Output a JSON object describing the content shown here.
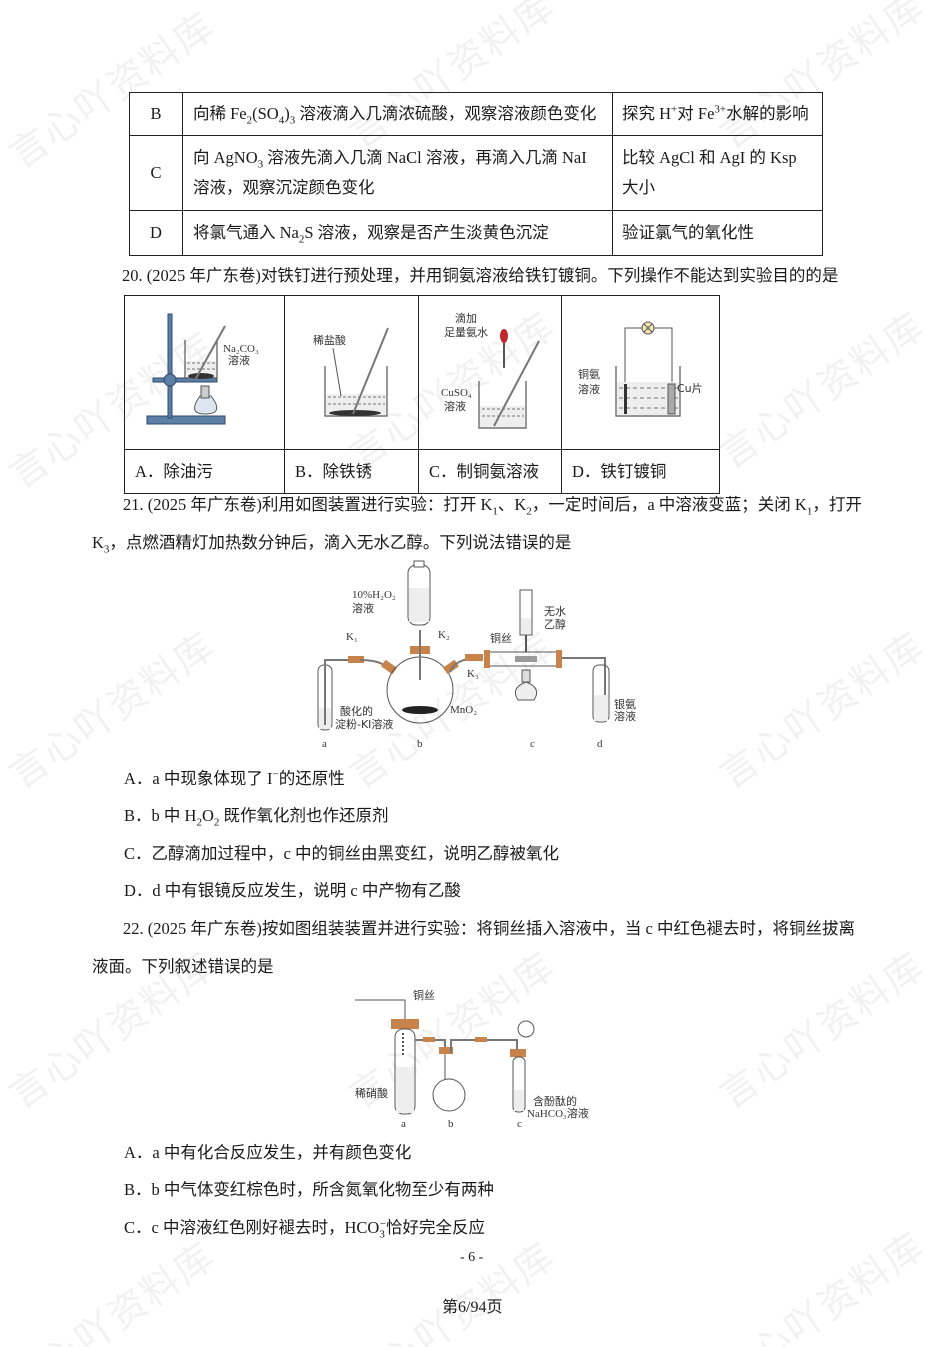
{
  "watermark": "言心吖资料库",
  "top_table": {
    "rows": [
      {
        "label": "B",
        "operation": [
          "向稀 Fe",
          "2",
          "(SO",
          "4",
          ")",
          "3",
          " 溶液滴入几滴浓硫酸，观察溶液颜色变化"
        ],
        "aim": [
          "探究 H",
          "+",
          "对 Fe",
          "3+",
          "水解的影响"
        ]
      },
      {
        "label": "C",
        "operation": [
          "向 AgNO",
          "3",
          " 溶液先滴入几滴 NaCl 溶液，再滴入几滴 NaI 溶液，观察沉淀颜色变化"
        ],
        "aim": [
          "比较 AgCl 和 AgI 的 Ksp 大小"
        ]
      },
      {
        "label": "D",
        "operation": [
          "将氯气通入 Na",
          "2",
          "S 溶液，观察是否产生淡黄色沉淀"
        ],
        "aim": [
          "验证氯气的氧化性"
        ]
      }
    ]
  },
  "q20": {
    "stem": "20. (2025 年广东卷)对铁钉进行预处理，并用铜氨溶液给铁钉镀铜。下列操作不能达到实验目的的是",
    "figures": [
      {
        "labels": [
          "Na₂CO₃",
          "溶液"
        ],
        "caption": "A．除油污"
      },
      {
        "labels": [
          "稀盐酸"
        ],
        "caption": "B．除铁锈"
      },
      {
        "labels": [
          "滴加",
          "足量氨水",
          "CuSO₄",
          "溶液"
        ],
        "caption": "C．制铜氨溶液"
      },
      {
        "labels": [
          "铜氨",
          "溶液",
          "Cu片"
        ],
        "caption": "D．铁钉镀铜"
      }
    ]
  },
  "q21": {
    "stem_parts": [
      "21. (2025 年广东卷)利用如图装置进行实验：打开 K",
      "1",
      "、K",
      "2",
      "，一定时间后，a 中溶液变蓝；关闭 K",
      "1",
      "，打开 K",
      "3",
      "，点燃酒精灯加热数分钟后，滴入无水乙醇。下列说法错误的是"
    ],
    "figure": {
      "labels": {
        "h2o2": "10%H₂O₂",
        "h2o2_sol": "溶液",
        "k1": "K₁",
        "k2": "K₂",
        "k3": "K₃",
        "mno2": "MnO₂",
        "a_sol1": "酸化的",
        "a_sol2": "淀粉-KI溶液",
        "ethanol1": "无水",
        "ethanol2": "乙醇",
        "cu_wire": "铜丝",
        "d_sol1": "银氨",
        "d_sol2": "溶液"
      },
      "vessels": [
        "a",
        "b",
        "c",
        "d"
      ]
    },
    "options": [
      {
        "letter": "A．",
        "parts": [
          "a 中现象体现了 I",
          "−",
          "的还原性"
        ]
      },
      {
        "letter": "B．",
        "parts": [
          "b 中 H",
          "2",
          "O",
          "2",
          " 既作氧化剂也作还原剂"
        ]
      },
      {
        "letter": "C．",
        "parts": [
          "乙醇滴加过程中，c 中的铜丝由黑变红，说明乙醇被氧化"
        ]
      },
      {
        "letter": "D．",
        "parts": [
          "d 中有银镜反应发生，说明 c 中产物有乙酸"
        ]
      }
    ]
  },
  "q22": {
    "stem": "22. (2025 年广东卷)按如图组装装置并进行实验：将铜丝插入溶液中，当 c 中红色褪去时，将铜丝拔离液面。下列叙述错误的是",
    "figure": {
      "labels": {
        "cu_wire": "铜丝",
        "hno3": "稀硝酸",
        "c_sol1": "含酚酞的",
        "c_sol2": "NaHCO₃溶液"
      },
      "vessels": [
        "a",
        "b",
        "c"
      ]
    },
    "options": [
      {
        "letter": "A．",
        "parts": [
          "a 中有化合反应发生，并有颜色变化"
        ]
      },
      {
        "letter": "B．",
        "parts": [
          "b 中气体变红棕色时，所含氮氧化物至少有两种"
        ]
      },
      {
        "letter": "C．",
        "parts": [
          "c 中溶液红色刚好褪去时，HCO",
          "3",
          "−",
          "恰好完全反应"
        ]
      }
    ]
  },
  "footer": {
    "page_number": "- 6 -",
    "page_count": "第6/94页"
  },
  "colors": {
    "text": "#1a1a1a",
    "stopper": "#c8834a",
    "stand": "#5b7fa6",
    "dropper_bulb": "#c0282b",
    "border": "#222222"
  }
}
